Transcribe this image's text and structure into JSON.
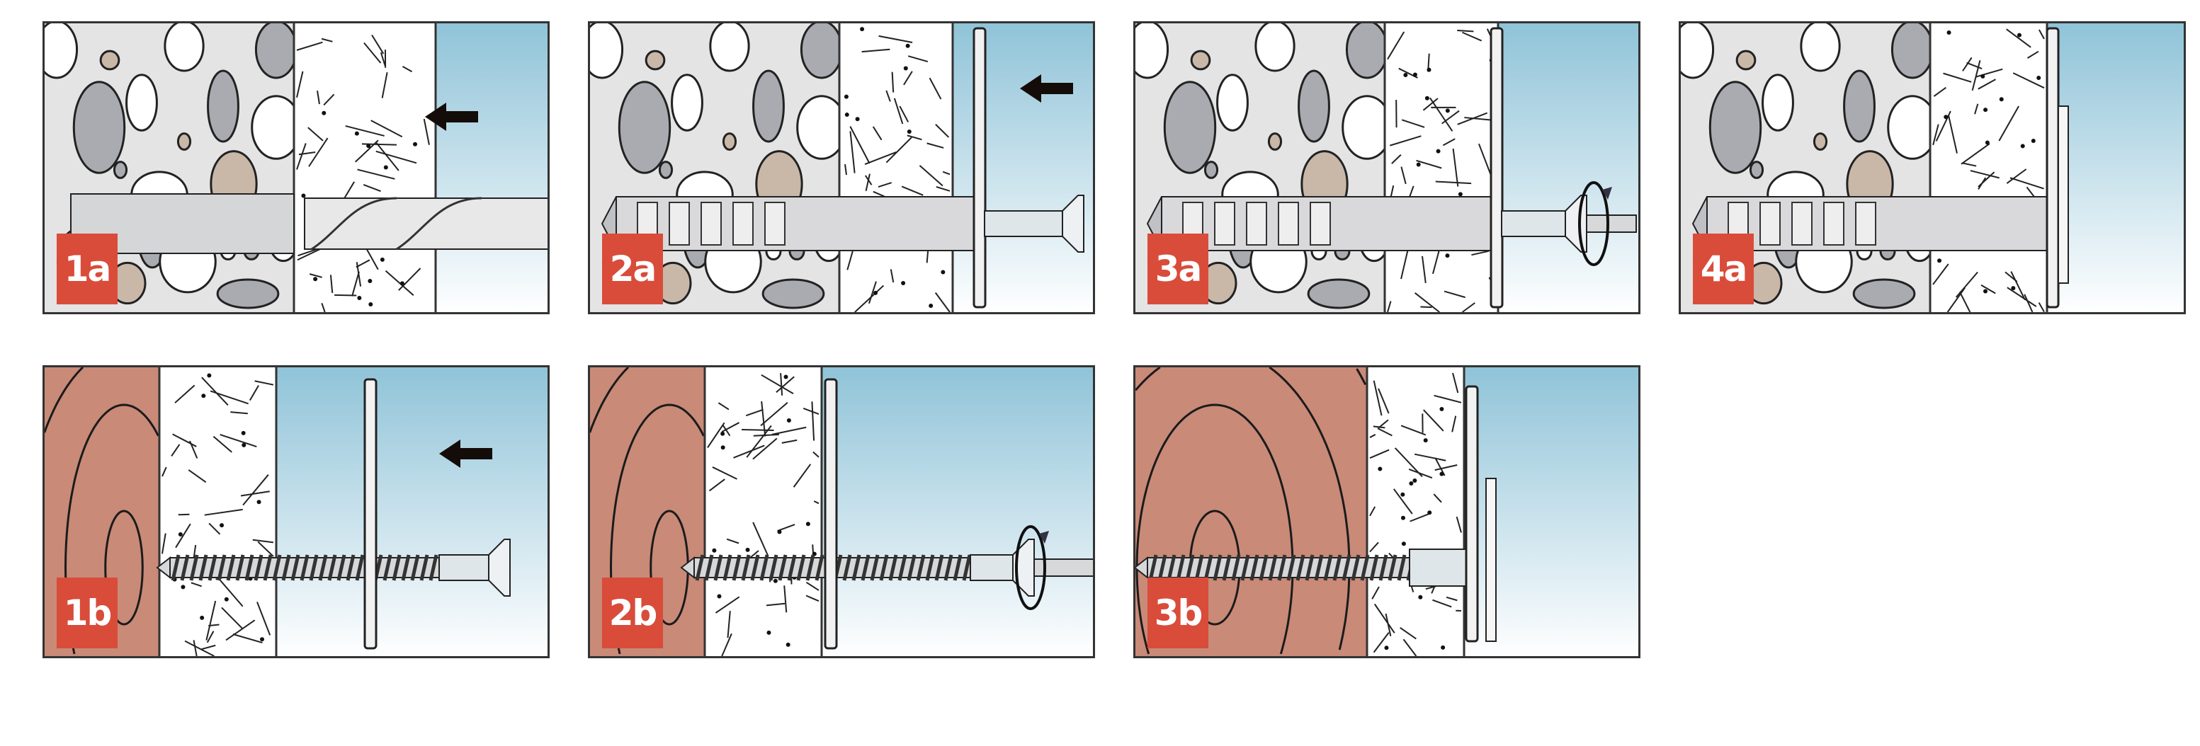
{
  "title": "Installation steps for insulation fixing anchors",
  "colors": {
    "badge": "#d94c3a",
    "concrete": "#e4e4e5",
    "wood": "#c98a78",
    "air_top": "#8fc3d8",
    "metal": "#d6d8da"
  },
  "panels": [
    {
      "label": "1a",
      "substrate": "concrete",
      "stage": "drill",
      "icon": "arrow-left-icon"
    },
    {
      "label": "2a",
      "substrate": "concrete",
      "stage": "insert",
      "icon": "arrow-left-icon"
    },
    {
      "label": "3a",
      "substrate": "concrete",
      "stage": "screw",
      "icon": "rotate-icon"
    },
    {
      "label": "4a",
      "substrate": "concrete",
      "stage": "done",
      "icon": ""
    },
    {
      "label": "1b",
      "substrate": "wood",
      "stage": "insert",
      "icon": "arrow-left-icon"
    },
    {
      "label": "2b",
      "substrate": "wood",
      "stage": "screw",
      "icon": "rotate-icon"
    },
    {
      "label": "3b",
      "substrate": "wood",
      "stage": "done",
      "icon": ""
    }
  ]
}
